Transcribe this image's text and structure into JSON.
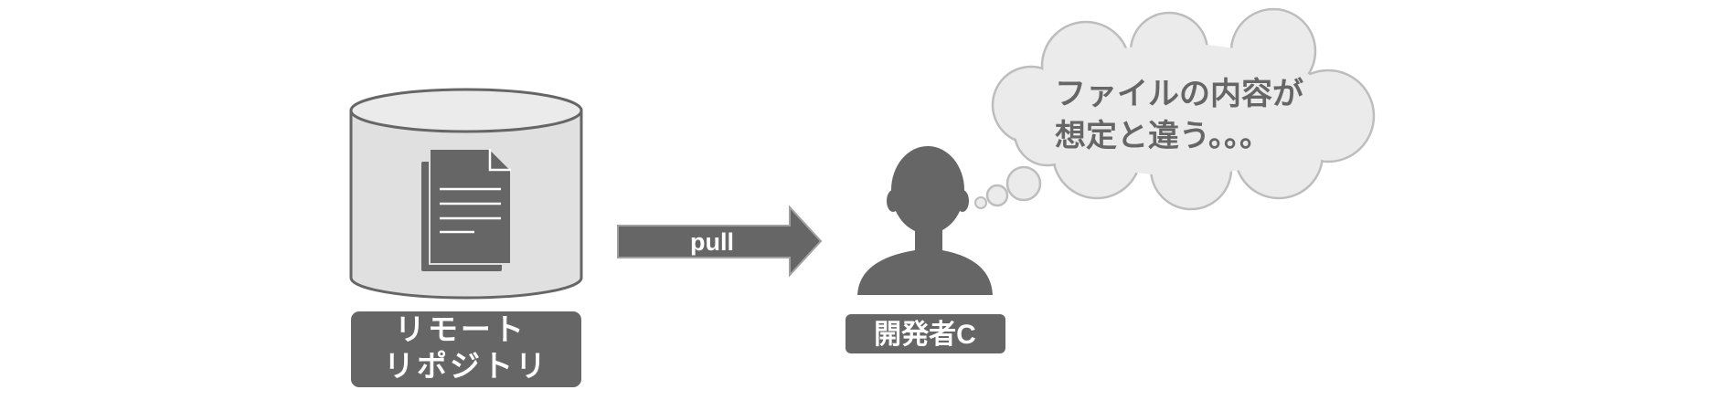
{
  "repository": {
    "label_lines": [
      "リモート",
      "リポジトリ"
    ]
  },
  "arrow": {
    "label": "pull"
  },
  "developer": {
    "label": "開発者C"
  },
  "thought": {
    "lines": [
      "ファイルの内容が",
      "想定と違う。。。"
    ]
  },
  "colors": {
    "dark": "#666666",
    "cylinder": "#e0e0e0",
    "cloud": "#ebebeb"
  }
}
